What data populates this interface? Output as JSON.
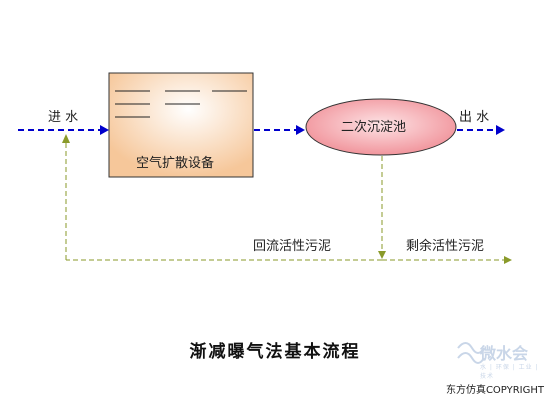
{
  "diagram": {
    "nodes": {
      "aeration": {
        "label": "空气扩散设备"
      },
      "clarifier": {
        "label": "二次沉淀池"
      }
    },
    "flows": {
      "influent": "进 水",
      "effluent": "出 水",
      "return_sludge": "回流活性污泥",
      "excess_sludge": "剩余活性污泥"
    },
    "colors": {
      "main_flow": "#0000cc",
      "sludge_flow": "#8a9a2a",
      "tank_fill": "#f6c79a",
      "clarifier_fill": "#f4a0a6"
    }
  },
  "title": "渐减曝气法基本流程",
  "watermark": {
    "main": "微水会",
    "sub": "水 | 环保 | 工业 | 技术"
  },
  "copyright": "东方仿真COPYRIGHT"
}
